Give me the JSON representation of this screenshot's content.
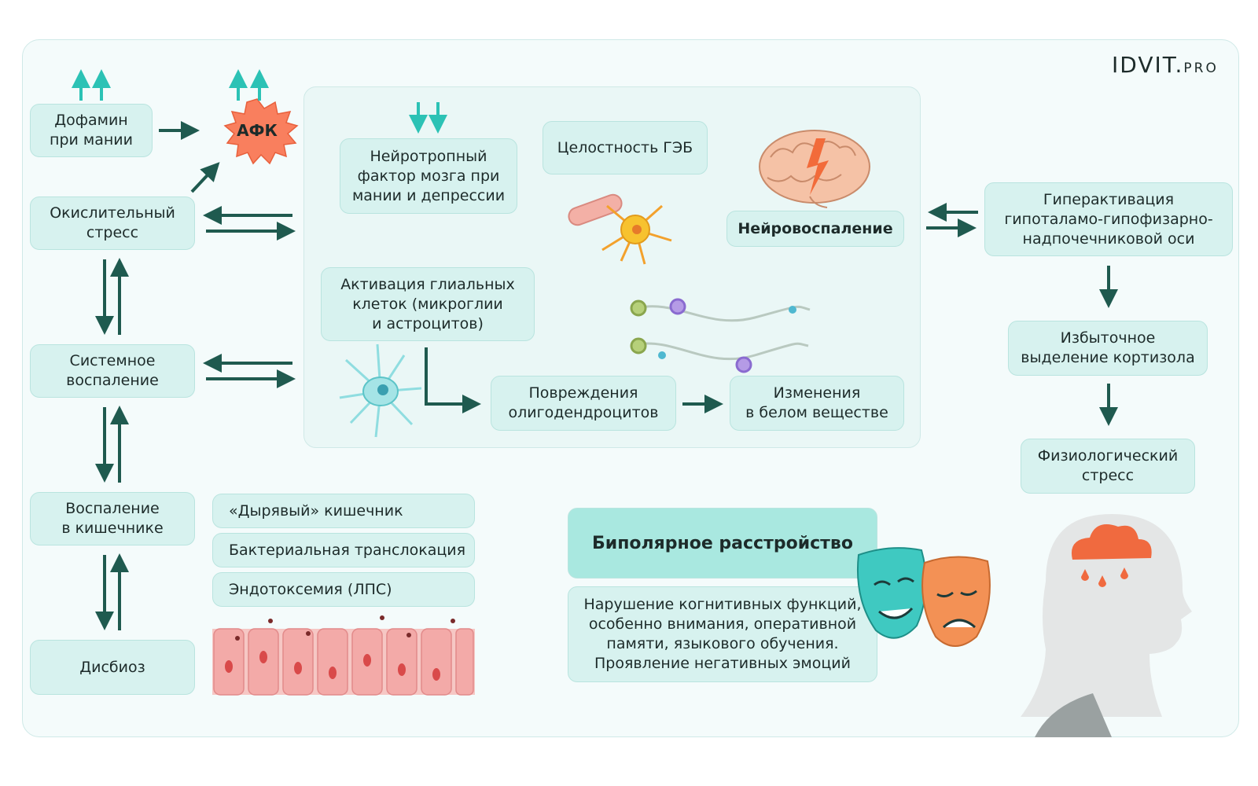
{
  "logo": {
    "text": "IDVIT.",
    "suffix": "PRO"
  },
  "boxes": {
    "dopamine": "Дофамин\nпри мании",
    "afk": "АФК",
    "oxidative": "Окислительный\nстресс",
    "systemic": "Системное\nвоспаление",
    "gut_inflam": "Воспаление\nв кишечнике",
    "dysbiosis": "Дисбиоз",
    "bdnf": "Нейротропный\nфактор мозга при\nмании и депрессии",
    "bbb": "Целостность ГЭБ",
    "neuroinflam": "Нейровоспаление",
    "glial": "Активация глиальных\nклеток (микроглии\nи астроцитов)",
    "oligo": "Повреждения\nолигодендроцитов",
    "white_matter": "Изменения\nв белом веществе",
    "hpa": "Гиперактивация\nгипоталамо-гипофизарно-\nнадпочечниковой оси",
    "cortisol": "Избыточное\nвыделение кортизола",
    "phys_stress": "Физиологический\nстресс",
    "leaky": "«Дырявый» кишечник",
    "bact": "Бактериальная транслокация",
    "endotox": "Эндотоксемия (ЛПС)",
    "bipolar": "Биполярное расстройство",
    "symptoms": "Нарушение когнитивных функций,\nособенно внимания, оперативной\nпамяти, языкового обучения.\nПроявление негативных эмоций"
  },
  "colors": {
    "box_fill": "#d7f2ef",
    "arrow": "#1f5a4f",
    "teal_arrow": "#2cc2b5",
    "afk_fill": "#f97f5e",
    "mask_teal": "#3fc9c1",
    "mask_orange": "#f39155",
    "cloud": "#f06a3f"
  }
}
